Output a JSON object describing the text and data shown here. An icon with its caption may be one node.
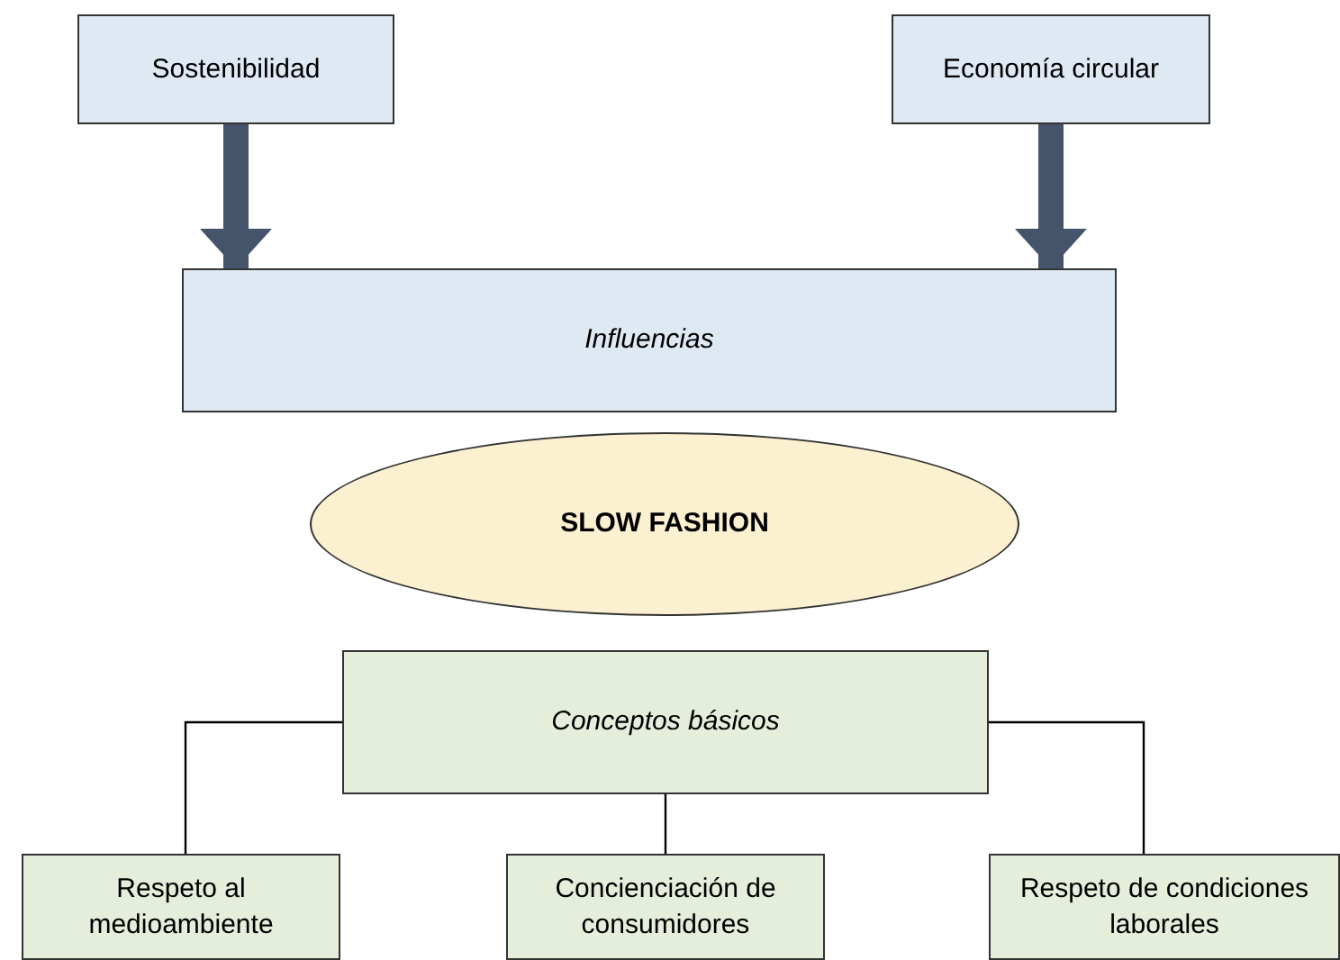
{
  "diagram": {
    "nodes": [
      {
        "text": [
          "Sostenibilidad"
        ]
      },
      {
        "text": [
          "Economía circular"
        ]
      },
      {
        "text": [
          "Influencias"
        ]
      },
      {
        "text": [
          "SLOW FASHION"
        ]
      },
      {
        "text": [
          "Conceptos básicos"
        ]
      },
      {
        "text": [
          "Respeto al medioambiente"
        ]
      },
      {
        "text": [
          "Concienciación de consumidores"
        ]
      },
      {
        "text": [
          "Respeto de condiciones laborales"
        ]
      }
    ],
    "edges": [
      {
        "from": 0,
        "to": 2,
        "arrow": "to",
        "style": "thick",
        "color": "#44546a"
      },
      {
        "from": 1,
        "to": 2,
        "arrow": "to",
        "style": "thick",
        "color": "#44546a"
      },
      {
        "from": 4,
        "to": 5,
        "arrow": "none"
      },
      {
        "from": 4,
        "to": 6,
        "arrow": "none"
      },
      {
        "from": 4,
        "to": 7,
        "arrow": "none"
      }
    ]
  }
}
